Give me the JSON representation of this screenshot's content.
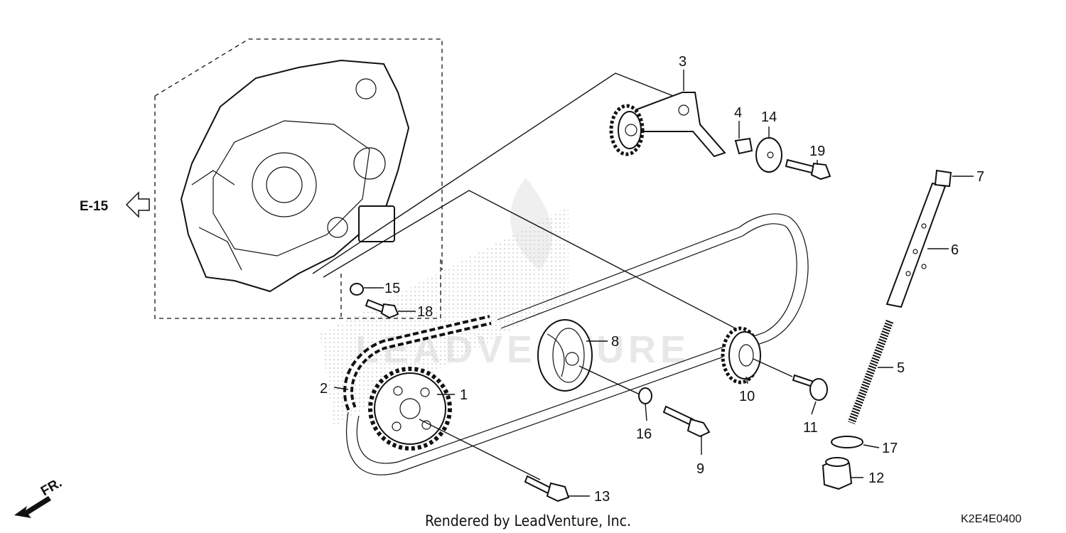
{
  "diagram": {
    "ref_label": "E-15",
    "front_label": "FR.",
    "footer_text": "Rendered by LeadVenture, Inc.",
    "diagram_code": "K2E4E0400",
    "watermark": "LEADVENTURE",
    "callouts": [
      {
        "id": "1",
        "text": "1"
      },
      {
        "id": "2",
        "text": "2"
      },
      {
        "id": "3",
        "text": "3"
      },
      {
        "id": "4",
        "text": "4"
      },
      {
        "id": "5",
        "text": "5"
      },
      {
        "id": "6",
        "text": "6"
      },
      {
        "id": "7",
        "text": "7"
      },
      {
        "id": "8",
        "text": "8"
      },
      {
        "id": "9",
        "text": "9"
      },
      {
        "id": "10",
        "text": "10"
      },
      {
        "id": "11",
        "text": "11"
      },
      {
        "id": "12",
        "text": "12"
      },
      {
        "id": "13",
        "text": "13"
      },
      {
        "id": "14",
        "text": "14"
      },
      {
        "id": "15",
        "text": "15"
      },
      {
        "id": "16",
        "text": "16"
      },
      {
        "id": "17",
        "text": "17"
      },
      {
        "id": "18",
        "text": "18"
      },
      {
        "id": "19",
        "text": "19"
      }
    ]
  }
}
